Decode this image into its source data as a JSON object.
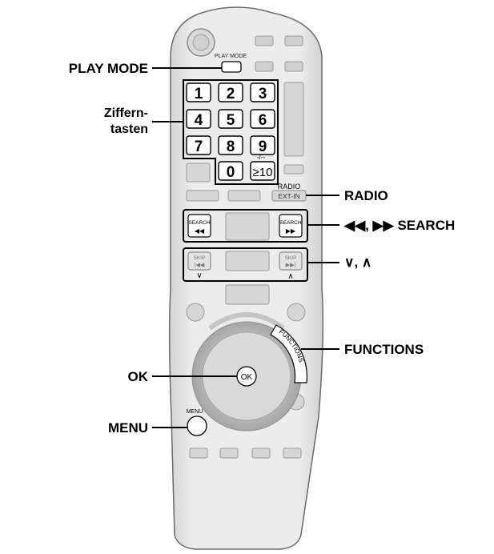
{
  "callouts": {
    "play_mode": "PLAY MODE",
    "ziffern_line1": "Ziffern-",
    "ziffern_line2": "tasten",
    "ok": "OK",
    "menu": "MENU",
    "radio": "RADIO",
    "search": "◀◀, ▶▶ SEARCH",
    "skip": "∨, ∧",
    "functions": "FUNCTIONS"
  },
  "remote": {
    "play_mode_label": "PLAY MODE",
    "digits": [
      "1",
      "2",
      "3",
      "4",
      "5",
      "6",
      "7",
      "8",
      "9"
    ],
    "zero": "0",
    "plus10": "≥10",
    "dash_label": "-/--",
    "radio_label": "RADIO",
    "ext_in_label": "EXT-IN",
    "search_label": "SEARCH",
    "search_rev_glyph": "◀◀",
    "search_fwd_glyph": "▶▶",
    "skip_label": "SKIP",
    "skip_rev_glyph": "|◀◀",
    "skip_fwd_glyph": "▶▶|",
    "down_glyph": "∨",
    "up_glyph": "∧",
    "ok_label": "OK",
    "menu_label": "MENU",
    "functions_label": "FUNCTIONS"
  }
}
